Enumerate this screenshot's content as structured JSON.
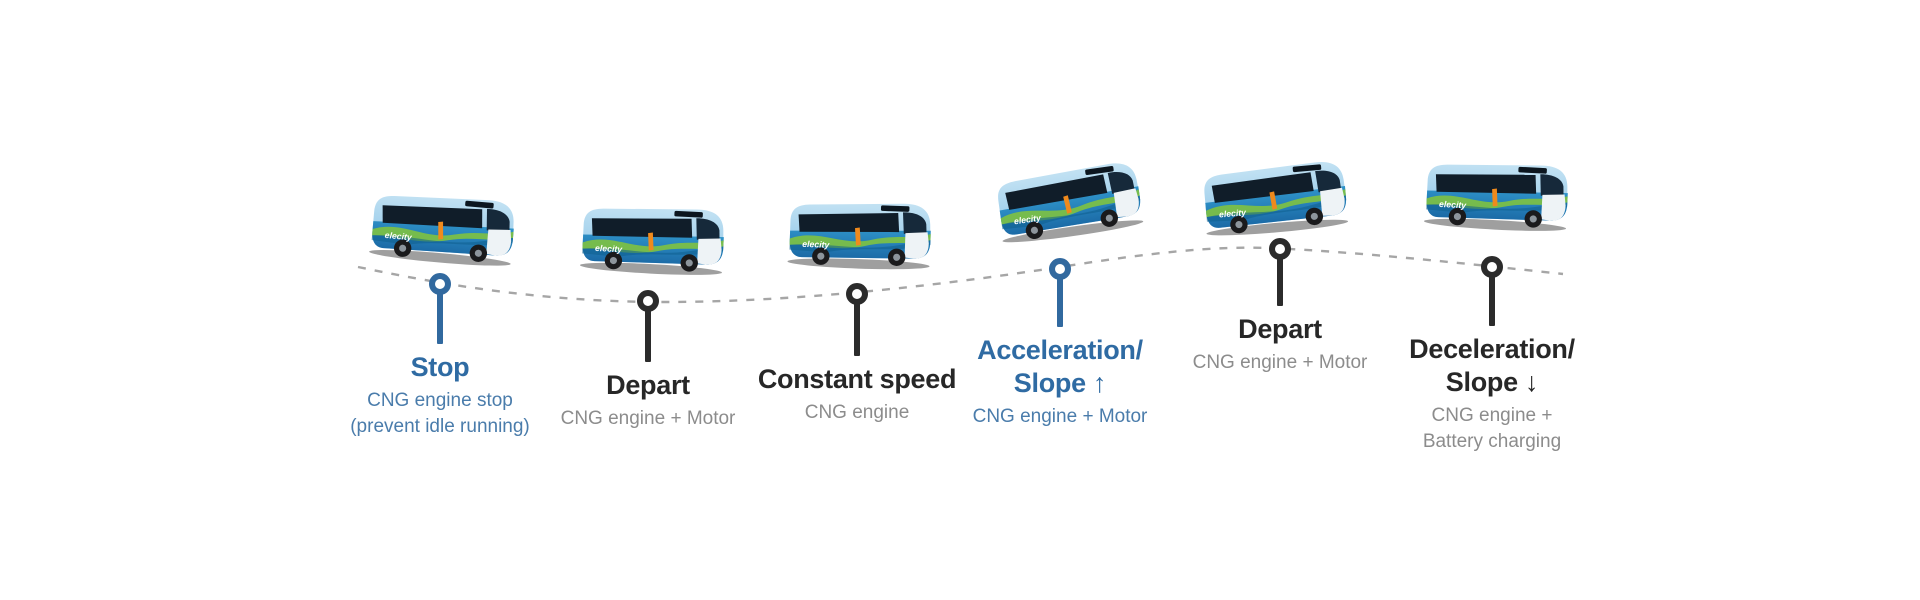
{
  "diagram": {
    "bus_label": "elecity",
    "route": {
      "style": "dashed",
      "color": "#a6a6a6"
    },
    "colors": {
      "accent_blue": "#31699f",
      "accent_blue_sub": "#4a7cab",
      "title_dark": "#272727",
      "sub_gray": "#8c8c8c",
      "route_gray": "#a6a6a6"
    },
    "stations": [
      {
        "id": "stop",
        "theme": "blue",
        "title_lines": [
          "Stop"
        ],
        "sub_lines": [
          "CNG engine stop",
          "(prevent idle running)"
        ]
      },
      {
        "id": "depart-1",
        "theme": "dark",
        "title_lines": [
          "Depart"
        ],
        "sub_lines": [
          "CNG engine + Motor"
        ]
      },
      {
        "id": "constant-speed",
        "theme": "dark",
        "title_lines": [
          "Constant speed"
        ],
        "sub_lines": [
          "CNG engine"
        ]
      },
      {
        "id": "acceleration-slope-up",
        "theme": "blue",
        "title_lines": [
          "Acceleration/",
          "Slope ↑"
        ],
        "sub_lines": [
          "CNG engine + Motor"
        ]
      },
      {
        "id": "depart-2",
        "theme": "dark",
        "title_lines": [
          "Depart"
        ],
        "sub_lines": [
          "CNG engine + Motor"
        ]
      },
      {
        "id": "deceleration-slope-down",
        "theme": "dark",
        "title_lines": [
          "Deceleration/",
          "Slope ↓"
        ],
        "sub_lines": [
          "CNG engine +",
          "Battery charging"
        ]
      }
    ]
  }
}
